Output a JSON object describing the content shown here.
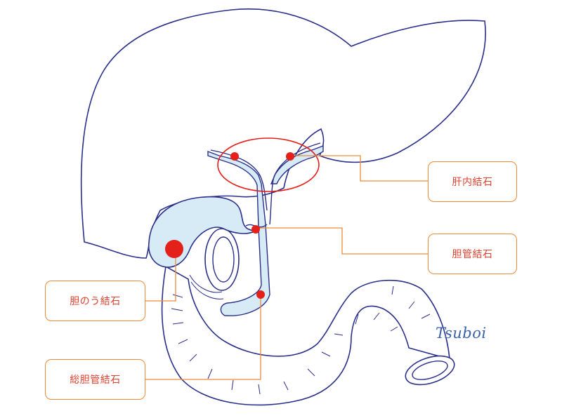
{
  "labels": {
    "intrahepatic_stone": "肝内結石",
    "bile_duct_stone": "胆管結石",
    "gallbladder_stone": "胆のう結石",
    "common_bile_duct_stone": "総胆管結石"
  },
  "signature": "Tsuboi",
  "colors": {
    "outline": "#2a2f8a",
    "duct_fill": "#d6ebf6",
    "stone": "#e4201b",
    "leader": "#ee8a38",
    "label_text": "#e0402e"
  }
}
